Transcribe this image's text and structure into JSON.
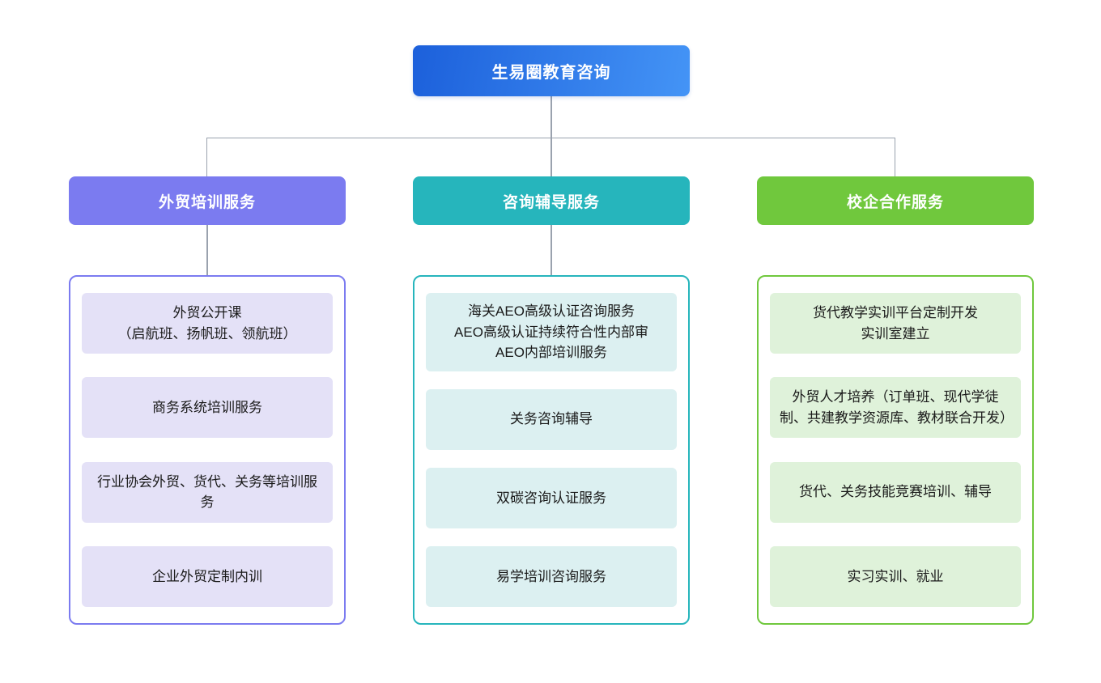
{
  "root": {
    "label": "生易圈教育咨询"
  },
  "branches": [
    {
      "label": "外贸培训服务",
      "items": [
        "外贸公开课\n（启航班、扬帆班、领航班）",
        "商务系统培训服务",
        "行业协会外贸、货代、关务等培训服务",
        "企业外贸定制内训"
      ]
    },
    {
      "label": "咨询辅导服务",
      "items": [
        "海关AEO高级认证咨询服务\nAEO高级认证持续符合性内部审\nAEO内部培训服务",
        "关务咨询辅导",
        "双碳咨询认证服务",
        "易学培训咨询服务"
      ]
    },
    {
      "label": "校企合作服务",
      "items": [
        "货代教学实训平台定制开发\n实训室建立",
        "外贸人才培养（订单班、现代学徒制、共建教学资源库、教材联合开发）",
        "货代、关务技能竞赛培训、辅导",
        "实习实训、就业"
      ]
    }
  ],
  "colors": {
    "root_gradient_start": "#1c60db",
    "root_gradient_end": "#4494f6",
    "branch_1_accent": "#7b7bf0",
    "branch_1_item_bg": "#e4e1f7",
    "branch_2_accent": "#26b5bc",
    "branch_2_item_bg": "#dcf0f1",
    "branch_3_accent": "#70c83d",
    "branch_3_item_bg": "#dff2da",
    "connector": "#9aa2ae",
    "item_text": "#1a1a1a"
  }
}
